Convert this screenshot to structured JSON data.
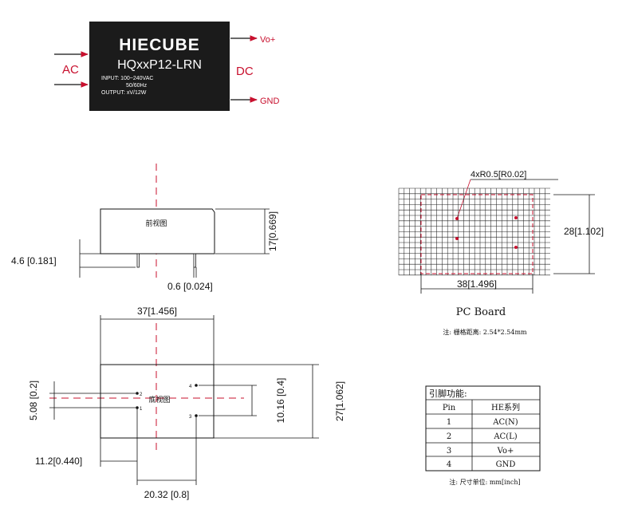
{
  "module": {
    "brand": "HIECUBE",
    "model": "HQxxP12-LRN",
    "spec_input": "INPUT: 100~240VAC",
    "spec_freq": "50/60Hz",
    "spec_output": "OUTPUT: xV/12W",
    "input_label": "AC",
    "output_label": "DC",
    "vo_label": "Vo+",
    "gnd_label": "GND"
  },
  "front_view": {
    "title": "前视图",
    "height_dim": "17[0.669]",
    "standoff_dim": "4.6 [0.181]",
    "pin_dim": "0.6 [0.024]"
  },
  "bottom_view": {
    "title": "底视图",
    "length_dim": "37[1.456]",
    "width_dim": "27[1.062]",
    "pin_spacing_right": "10.16 [0.4]",
    "pin_spacing_left": "5.08 [0.2]",
    "left_offset": "11.2[0.440]",
    "pin_span": "20.32 [0.8]",
    "pins": [
      "1",
      "2",
      "3",
      "4"
    ]
  },
  "pc_board": {
    "hole_dim": "4xR0.5[R0.02]",
    "height_dim": "28[1.102]",
    "width_dim": "38[1.496]",
    "title": "PC Board",
    "grid_note": "注: 栅格距离: 2.54*2.54mm"
  },
  "pin_table": {
    "title": "引脚功能:",
    "headers": [
      "Pin",
      "HE系列"
    ],
    "rows": [
      [
        "1",
        "AC(N)"
      ],
      [
        "2",
        "AC(L)"
      ],
      [
        "3",
        "Vo+"
      ],
      [
        "4",
        "GND"
      ]
    ],
    "unit_note": "注: 尺寸单位: mm[inch]"
  }
}
